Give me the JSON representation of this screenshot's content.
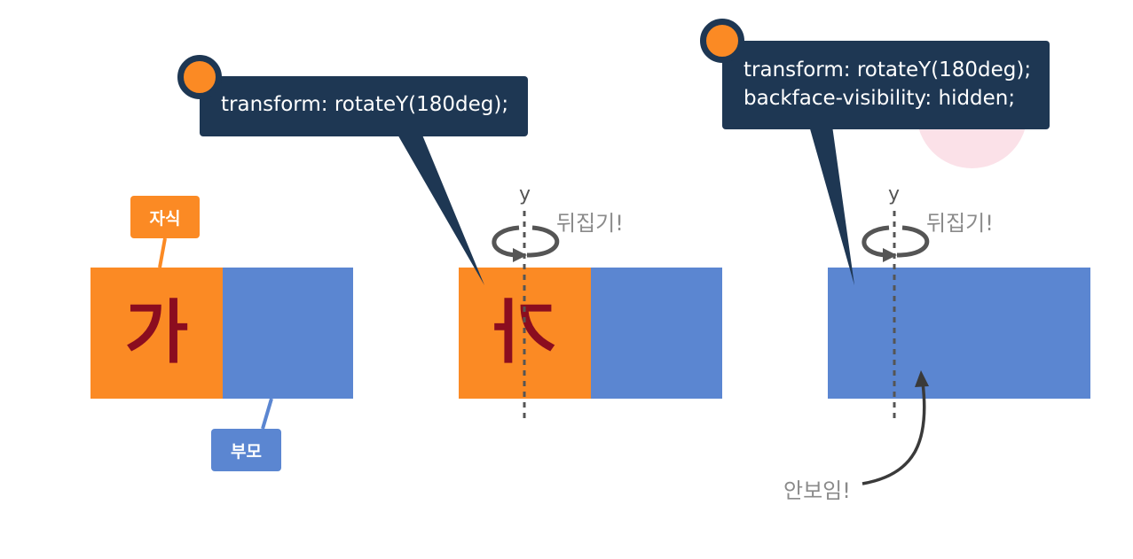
{
  "panel1": {
    "child_label": "자식",
    "parent_label": "부모",
    "glyph": "가"
  },
  "panel2": {
    "code_line1": "transform: rotateY(180deg);",
    "axis_label": "y",
    "flip_text": "뒤집기!",
    "glyph": "가"
  },
  "panel3": {
    "code_line1": "transform: rotateY(180deg);",
    "code_line2": "backface-visibility: hidden;",
    "axis_label": "y",
    "flip_text": "뒤집기!",
    "hidden_text": "안보임!"
  },
  "colors": {
    "child": "#fb8a24",
    "parent": "#5b86d1",
    "callout": "#1e3753",
    "glyph": "#8b0d1f",
    "annotation": "#8a8a8a"
  }
}
